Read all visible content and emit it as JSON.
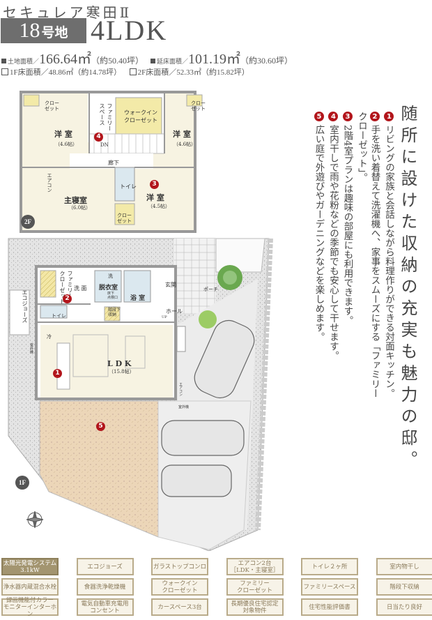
{
  "header": {
    "property_name": "セキュレア寒田Ⅱ",
    "lot_number": "18",
    "lot_suffix": "号地",
    "layout_type": "4LDK"
  },
  "areas": {
    "land_label": "土地面積／",
    "land_value": "166.64㎡",
    "land_tsubo": "（約50.40坪）",
    "total_floor_label": "延床面積／",
    "total_floor_value": "101.19㎡",
    "total_floor_tsubo": "（約30.60坪）",
    "floor1_text": "1F床面積／48.86㎡（約14.78坪）",
    "floor2_text": "2F床面積／52.33㎡（約15.82坪）"
  },
  "headline": "随所に設けた収納の充実も魅力の邸。",
  "points": [
    {
      "num": "1",
      "text": "リビングの家族と会話しながら料理作りができる対面キッチン。"
    },
    {
      "num": "2",
      "text": "手を洗い着替えて洗濯機へ、家事をスムーズにする「ファミリークローゼット」。"
    },
    {
      "num": "3",
      "text": "2階4室プランは趣味の部屋にも利用できます。"
    },
    {
      "num": "4",
      "text": "室内干しで雨や花粉などの季節でも安心して干せます。"
    },
    {
      "num": "5",
      "text": "広い庭で外遊びやガーデニングなどを楽しめます。"
    }
  ],
  "floor2": {
    "badge": "2F",
    "rooms": {
      "closet_a": "クロー\nゼット",
      "western_left": "洋 室",
      "western_left_size": "（4.6帖）",
      "family_space": "ファミリー\nスペース",
      "walkin": "ウォークイン\nクローゼット",
      "closet_b": "クロー\nゼット",
      "western_right": "洋 室",
      "western_right_size": "（4.6帖）",
      "hallway": "廊下",
      "dn": "DN",
      "master": "主寝室",
      "master_size": "（6.0帖）",
      "aircon": "エアコン",
      "toilet": "トイレ",
      "closet_c": "クロー\nゼット",
      "western_3": "洋 室",
      "western_3_size": "（4.5帖）"
    },
    "pins": [
      "4",
      "3"
    ]
  },
  "floor1": {
    "badge": "1F",
    "rooms": {
      "family_closet": "ファミリー\nクローゼット",
      "washroom": "洗 面",
      "laundry": "洗",
      "dressing": "脱衣室",
      "floor_storage": "床下\n点検口",
      "bath": "浴 室",
      "entrance": "玄関",
      "porch": "ポーチ",
      "ecojoze": "エコジョーズ",
      "toilet": "トイレ",
      "under_stair": "階段下\n収納",
      "hall": "ホール",
      "up": "UP",
      "fridge": "冷",
      "outdoor_unit_left": "室外機",
      "ldk": "L D K",
      "ldk_size": "（15.8帖）",
      "aircon": "エアコン",
      "outdoor_unit": "室外機"
    },
    "pins": [
      "2",
      "1",
      "5"
    ]
  },
  "features": [
    {
      "label": "太陽光発電システム\n3.1kW",
      "highlight": true
    },
    {
      "label": "エコジョーズ",
      "highlight": false
    },
    {
      "label": "ガラストップコンロ",
      "highlight": false
    },
    {
      "label": "エアコン2台\n［LDK・主寝室］",
      "highlight": false
    },
    {
      "label": "トイレ２ヶ所",
      "highlight": false
    },
    {
      "label": "室内物干し",
      "highlight": false
    },
    {
      "label": "浄水器内蔵混合水栓",
      "highlight": false
    },
    {
      "label": "食器洗浄乾燥機",
      "highlight": false
    },
    {
      "label": "ウォークイン\nクローゼット",
      "highlight": false
    },
    {
      "label": "ファミリー\nクローゼット",
      "highlight": false
    },
    {
      "label": "ファミリースペース",
      "highlight": false
    },
    {
      "label": "階段下収納",
      "highlight": false
    },
    {
      "label": "録画機能付カラー\nモニターインターホン",
      "highlight": false
    },
    {
      "label": "電気自動車充電用\nコンセント",
      "highlight": false
    },
    {
      "label": "カースペース3台",
      "highlight": false
    },
    {
      "label": "長期優良住宅認定\n対象物件",
      "highlight": false
    },
    {
      "label": "住宅性能評価書",
      "highlight": false
    },
    {
      "label": "日当たり良好",
      "highlight": false
    }
  ],
  "colors": {
    "accent_red": "#b2151b",
    "lot_box": "#6e6e6e",
    "feature_border": "#b9ab8a",
    "feature_bg": "#f7f3e8",
    "feature_highlight": "#a39570"
  }
}
